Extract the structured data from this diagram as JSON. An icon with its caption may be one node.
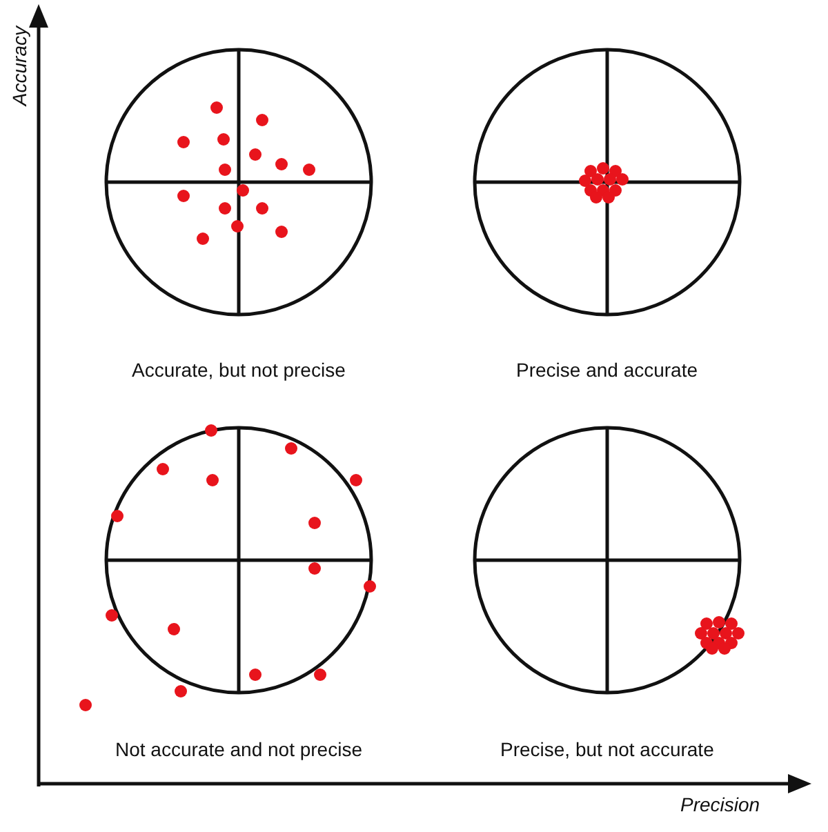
{
  "diagram": {
    "labels": [
      "Accuracy",
      "Accurate, but not precise",
      "Precise and accurate",
      "Not accurate and not precise",
      "Precise, but not accurate",
      "Precision"
    ]
  }
}
